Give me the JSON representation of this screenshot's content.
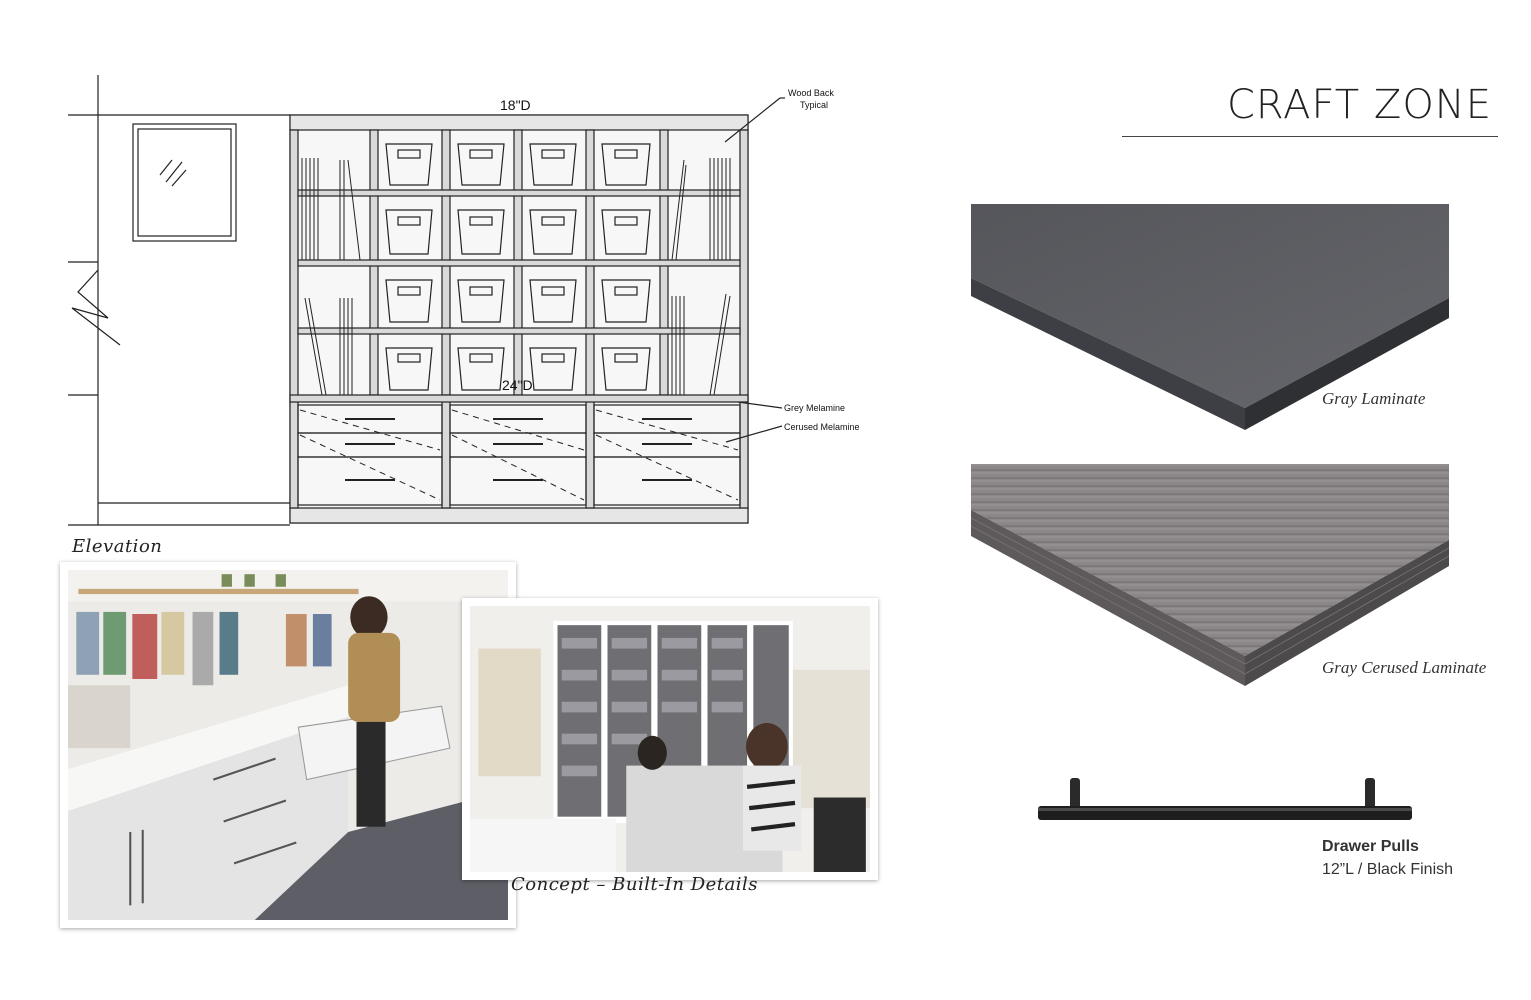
{
  "title": "CRAFT ZONE",
  "elevation": {
    "dim_top": "18\"D",
    "dim_middle": "24\"D",
    "note_wood_back_line1": "Wood Back",
    "note_wood_back_line2": "Typical",
    "note_gray_melamine": "Grey Melamine",
    "note_cerused_melamine": "Cerused Melamine",
    "caption": "Elevation"
  },
  "concept": {
    "caption": "Concept – Built-In Details"
  },
  "materials": [
    {
      "label": "Gray Laminate",
      "color": "#5a5b60"
    },
    {
      "label": "Gray Cerused Laminate",
      "color": "#8a8587"
    }
  ],
  "hardware": {
    "title": "Drawer Pulls",
    "detail": "12”L / Black Finish",
    "color": "#1e1e1e"
  }
}
